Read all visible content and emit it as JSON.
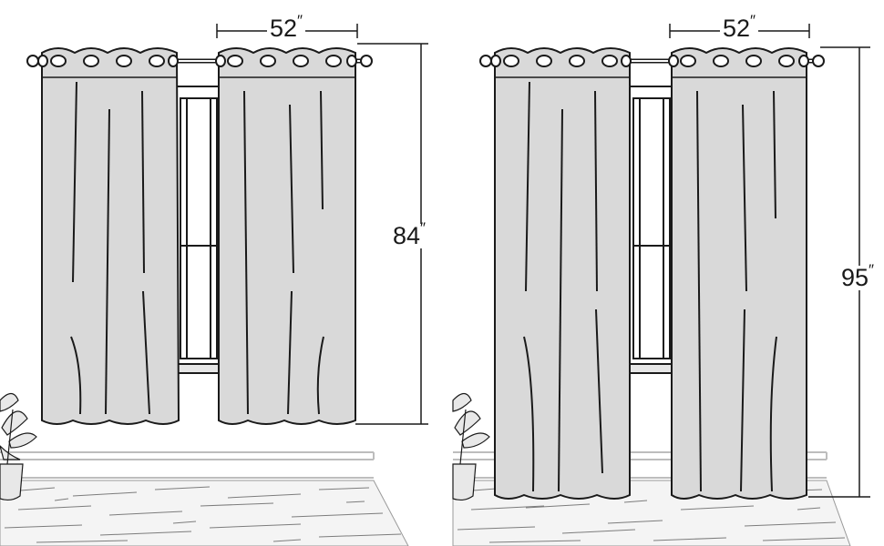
{
  "panels": [
    {
      "id": "short",
      "width_label": "52",
      "length_label": "84",
      "unit_mark": "″"
    },
    {
      "id": "long",
      "width_label": "52",
      "length_label": "95",
      "unit_mark": "″"
    }
  ],
  "colors": {
    "curtain_fill": "#d9d9d9",
    "outline": "#1a1a1a",
    "floor_hatch": "#555555",
    "wall_trim": "#bdbdbd"
  }
}
